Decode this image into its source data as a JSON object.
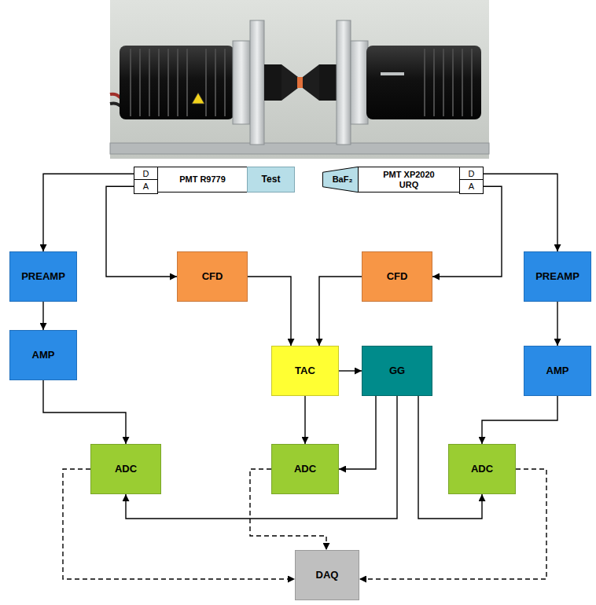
{
  "diagram": {
    "nodes": [
      {
        "text": [
          "D"
        ]
      },
      {
        "text": [
          "A"
        ]
      },
      {
        "text": [
          "PMT R9779"
        ]
      },
      {
        "text": [
          "Test"
        ]
      },
      {
        "text": [
          "BaF₂"
        ]
      },
      {
        "text": [
          "PMT XP2020 URQ"
        ]
      },
      {
        "text": [
          "D"
        ]
      },
      {
        "text": [
          "A"
        ]
      },
      {
        "text": [
          "PREAMP"
        ]
      },
      {
        "text": [
          "CFD"
        ]
      },
      {
        "text": [
          "CFD"
        ]
      },
      {
        "text": [
          "PREAMP"
        ]
      },
      {
        "text": [
          "AMP"
        ]
      },
      {
        "text": [
          "TAC"
        ]
      },
      {
        "text": [
          "GG"
        ]
      },
      {
        "text": [
          "AMP"
        ]
      },
      {
        "text": [
          "ADC"
        ]
      },
      {
        "text": [
          "ADC"
        ]
      },
      {
        "text": [
          "ADC"
        ]
      },
      {
        "text": [
          "DAQ"
        ]
      }
    ],
    "edges": [
      {
        "from": 0,
        "to": 8,
        "arrow": "to"
      },
      {
        "from": 1,
        "to": 9,
        "arrow": "to"
      },
      {
        "from": 7,
        "to": 10,
        "arrow": "to"
      },
      {
        "from": 6,
        "to": 11,
        "arrow": "to"
      },
      {
        "from": 8,
        "to": 12,
        "arrow": "to"
      },
      {
        "from": 11,
        "to": 15,
        "arrow": "to"
      },
      {
        "from": 12,
        "to": 16,
        "arrow": "to"
      },
      {
        "from": 15,
        "to": 18,
        "arrow": "to"
      },
      {
        "from": 9,
        "to": 13,
        "arrow": "to"
      },
      {
        "from": 10,
        "to": 13,
        "arrow": "to"
      },
      {
        "from": 13,
        "to": 14,
        "arrow": "to"
      },
      {
        "from": 13,
        "to": 17,
        "arrow": "to"
      },
      {
        "from": 14,
        "to": 17,
        "arrow": "to"
      },
      {
        "from": 14,
        "to": 16,
        "arrow": "to"
      },
      {
        "from": 14,
        "to": 18,
        "arrow": "to"
      },
      {
        "from": 16,
        "to": 19,
        "arrow": "to"
      },
      {
        "from": 17,
        "to": 19,
        "arrow": "to"
      },
      {
        "from": 18,
        "to": 19,
        "arrow": "to"
      }
    ]
  }
}
